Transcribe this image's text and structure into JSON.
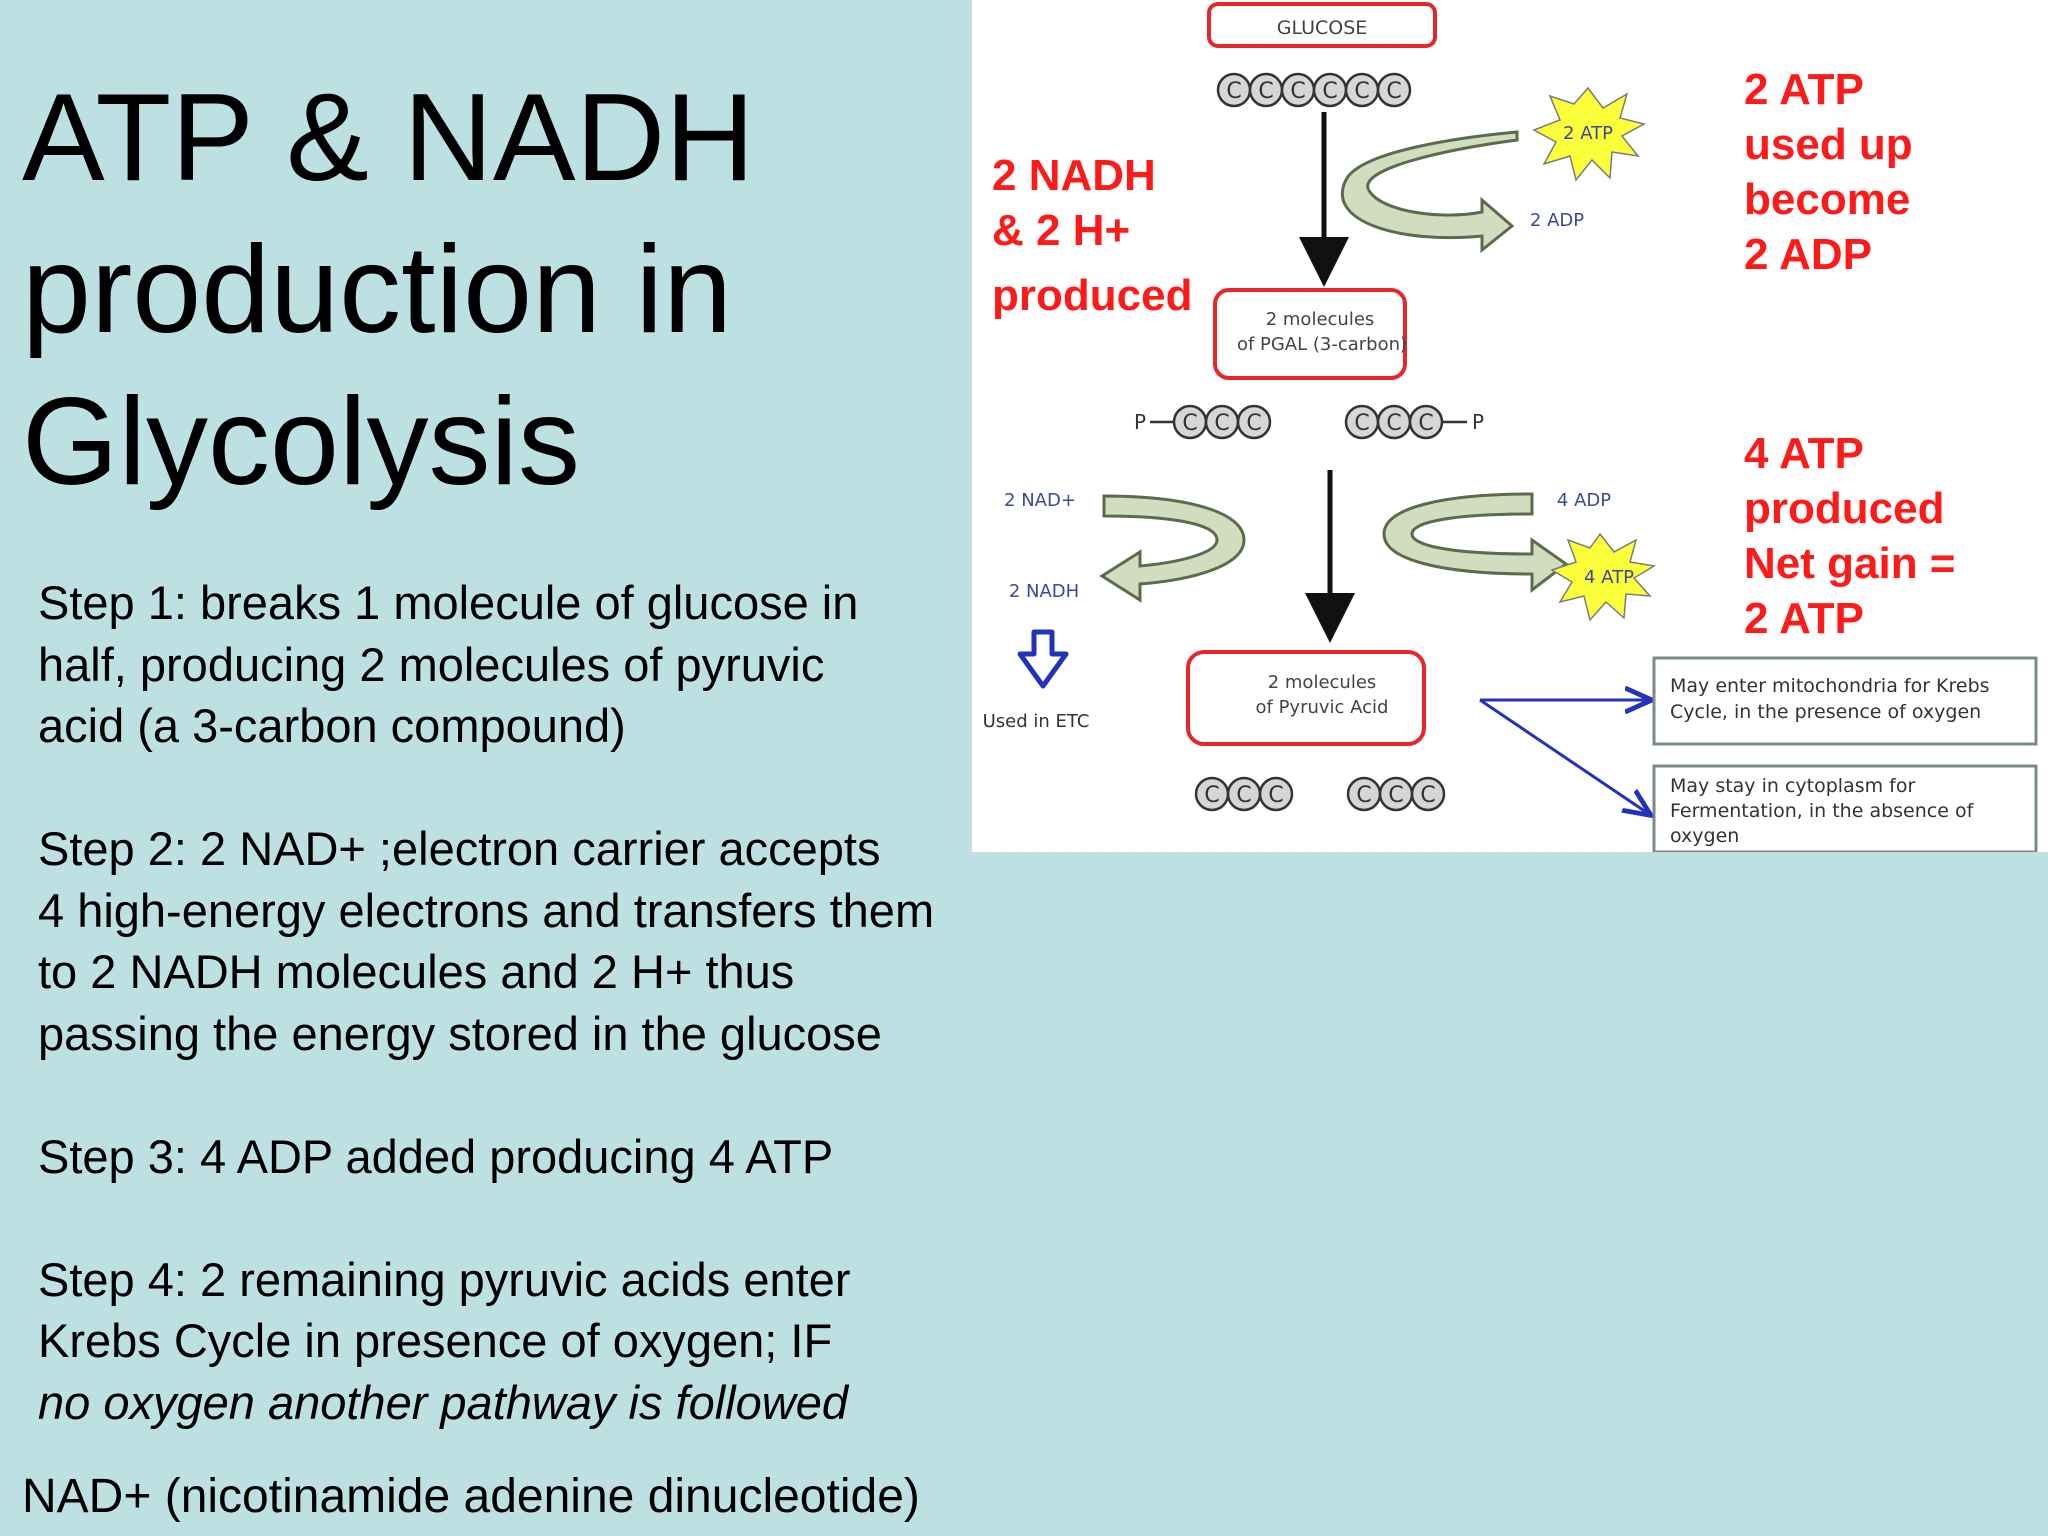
{
  "title": {
    "line1": "ATP & NADH",
    "line2": "production in",
    "line3": "Glycolysis"
  },
  "steps": {
    "step1": [
      "Step 1: breaks 1 molecule of glucose in",
      "half, producing 2 molecules of pyruvic",
      "acid (a 3-carbon compound)"
    ],
    "step2": [
      "Step 2: 2 NAD+ ;electron carrier accepts",
      "4 high-energy electrons and transfers them",
      "to 2 NADH molecules and 2 H+ thus",
      "passing the energy stored in the glucose"
    ],
    "step3": [
      "Step 3: 4 ADP added producing 4 ATP"
    ],
    "step4": [
      "Step 4: 2 remaining pyruvic acids enter",
      "Krebs Cycle in presence of oxygen; IF"
    ],
    "step4_italic": "no oxygen another pathway is followed"
  },
  "footnote": "NAD+ (nicotinamide adenine dinucleotide)",
  "annotations": {
    "nadh": [
      "2 NADH",
      "& 2 H+",
      "produced"
    ],
    "atp_used": [
      "2 ATP",
      "used up",
      "become",
      "2 ADP"
    ],
    "atp_produced": [
      "4 ATP",
      "produced",
      "Net gain =",
      "2 ATP"
    ]
  },
  "diagram": {
    "glucose_label": "GLUCOSE",
    "carbon": "C",
    "phosphate": "P",
    "atp_in": "2 ATP",
    "adp_out": "2 ADP",
    "pgal_line1": "2 molecules",
    "pgal_line2": "of PGAL (3-carbon)",
    "nad_in": "2 NAD+",
    "nadh_out": "2 NADH",
    "adp_in": "4 ADP",
    "atp_out": "4 ATP",
    "used_in_etc": "Used in ETC",
    "pyruvic_line1": "2 molecules",
    "pyruvic_line2": "of Pyruvic Acid",
    "krebs_line1": "May enter mitochondria for Krebs",
    "krebs_line2": "Cycle, in the presence of oxygen",
    "ferm_line1": "May stay in cytoplasm for",
    "ferm_line2": "Fermentation, in the absence of",
    "ferm_line3": "oxygen"
  },
  "colors": {
    "background": "#bde0e3",
    "annotation_red": "#ff1a1a",
    "box_red": "#e8252a",
    "arrow_green_fill": "#d2ddc0",
    "arrow_green_stroke": "#5b6b4e",
    "star_yellow": "#fbff3a",
    "blue": "#2233bb",
    "label_blue": "#3a4a9a"
  }
}
